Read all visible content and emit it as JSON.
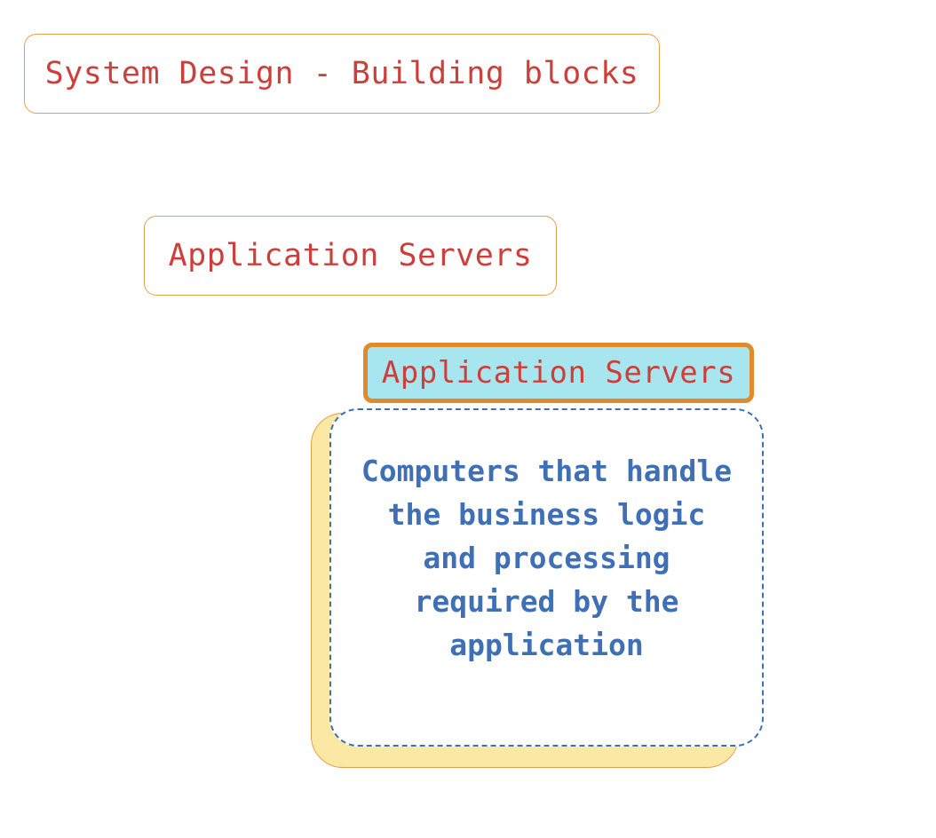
{
  "title": "System Design - Building blocks",
  "node": {
    "label": "Application Servers"
  },
  "card": {
    "header": "Application Servers",
    "description": "Computers that handle\nthe business logic\nand processing\nrequired by the\napplication"
  },
  "colors": {
    "title_text": "#cc3f3a",
    "box_border": "#e6a04a",
    "card_header_fill": "#a8e6ef",
    "card_header_border": "#e08a2c",
    "card_shadow_fill": "#fbe8a4",
    "card_body_text": "#3f6fb5"
  }
}
